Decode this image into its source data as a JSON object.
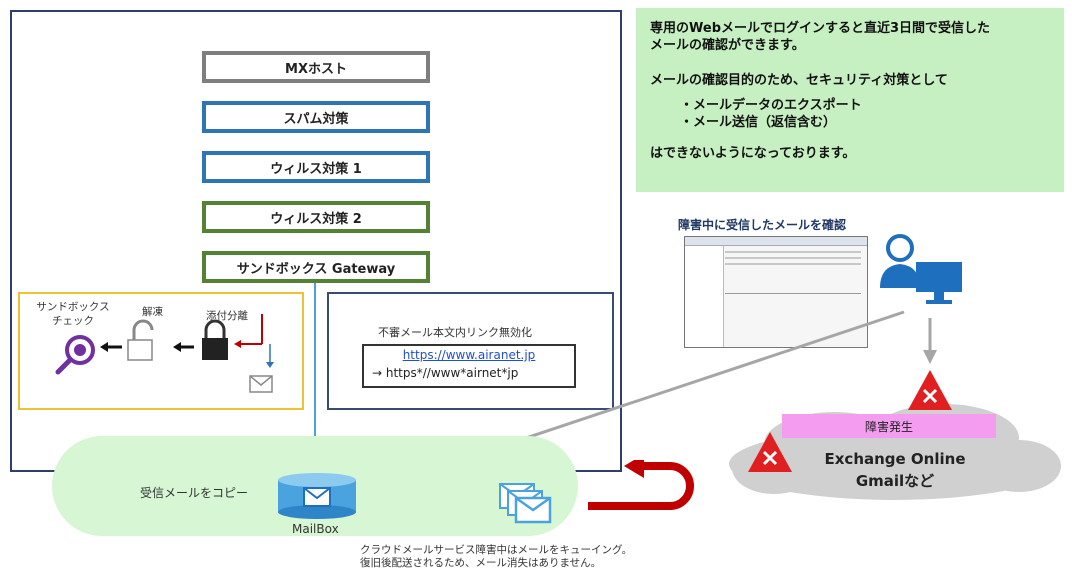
{
  "stages": [
    {
      "label": "MXホスト",
      "color": "#7f7f7f"
    },
    {
      "label": "スパム対策",
      "color": "#2e75b6"
    },
    {
      "label": "ウィルス対策 1",
      "color": "#2e75b6"
    },
    {
      "label": "ウィルス対策 2",
      "color": "#548235"
    },
    {
      "label": "サンドボックス Gateway",
      "color": "#548235"
    }
  ],
  "sandbox": {
    "check_label": "サンドボックス\nチェック",
    "unlock_label": "解凍",
    "attach_label": "添付分離"
  },
  "link": {
    "title": "不審メール本文内リンク無効化",
    "url": "https://www.airanet.jp",
    "disabled": "→ https*//www*airnet*jp"
  },
  "note": {
    "line1": "専用のWebメールでログインすると直近3日間で受信した",
    "line2": "メールの確認ができます。",
    "line3": "メールの確認目的のため、セキュリティ対策として",
    "bullet1": "・メールデータのエクスポート",
    "bullet2": "・メール送信（返信含む）",
    "line4": "はできないようになっております。"
  },
  "viewer_caption": "障害中に受信したメールを確認",
  "mailbox": {
    "copy_label": "受信メールをコピー",
    "name": "MailBox"
  },
  "outage": {
    "label": "障害発生",
    "service_line1": "Exchange Online",
    "service_line2": "Gmailなど"
  },
  "footer": {
    "line1": "クラウドメールサービス障害中はメールをキューイング。",
    "line2": "復旧後配送されるため、メール消失はありません。"
  },
  "colors": {
    "frame": "#2f3f6b",
    "arrow_blue": "#4aa3df",
    "green_bg": "#c7f0c2",
    "pink": "#f39cf0",
    "red": "#e02020",
    "curve_red": "#c00000",
    "purple": "#7030a0"
  }
}
